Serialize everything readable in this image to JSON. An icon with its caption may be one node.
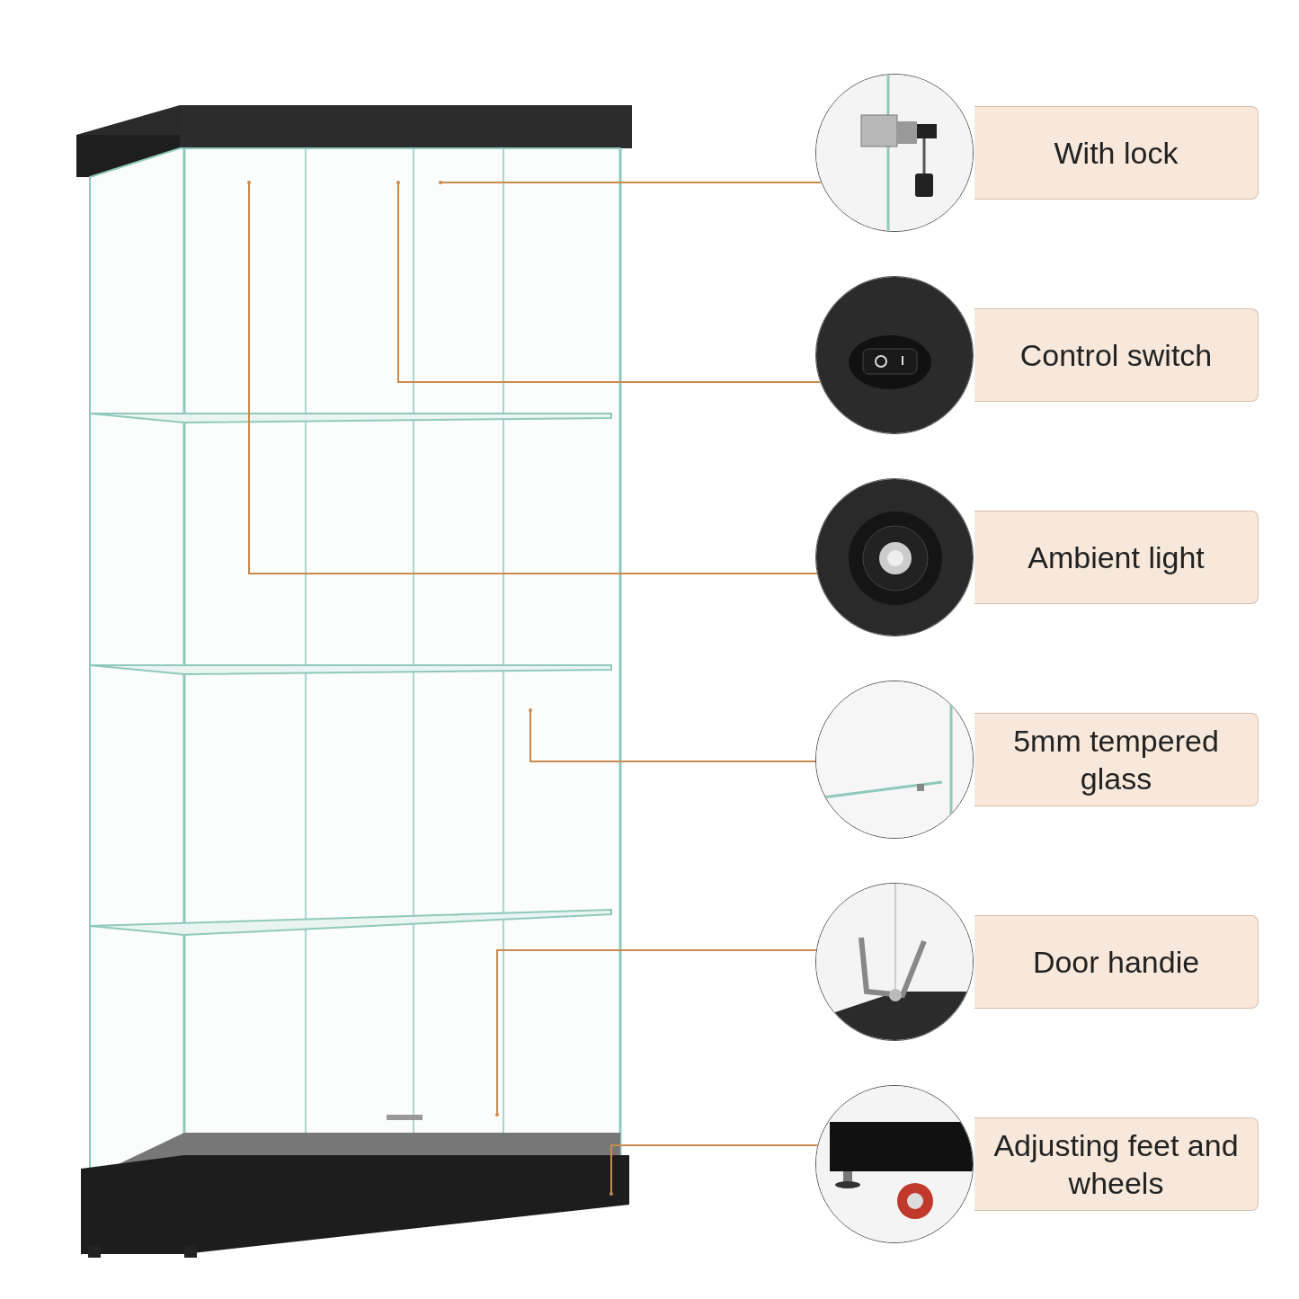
{
  "diagram": {
    "nodes": [
      {
        "text": [],
        "shape": "picture"
      },
      {
        "text": [],
        "shape": "picture"
      },
      {
        "text": [
          "With lock"
        ]
      },
      {
        "text": [],
        "shape": "picture"
      },
      {
        "text": [
          "Control switch"
        ]
      },
      {
        "text": [],
        "shape": "picture"
      },
      {
        "text": [
          "Ambient light"
        ]
      },
      {
        "text": [],
        "shape": "picture"
      },
      {
        "text": [
          "5mm tempered glass"
        ]
      },
      {
        "text": [],
        "shape": "picture"
      },
      {
        "text": [
          "Door handie"
        ]
      },
      {
        "text": [],
        "shape": "picture"
      },
      {
        "text": [
          "Adjusting feet and wheels"
        ]
      }
    ],
    "edges": [
      {
        "from": 1,
        "to": 0,
        "arrow": "other"
      },
      {
        "from": 3,
        "to": 0,
        "arrow": "other"
      },
      {
        "from": 5,
        "to": 0,
        "arrow": "other"
      },
      {
        "from": 7,
        "to": 0,
        "arrow": "other"
      },
      {
        "from": 9,
        "to": 0,
        "arrow": "other"
      },
      {
        "from": 11,
        "to": 0,
        "arrow": "other"
      }
    ]
  }
}
